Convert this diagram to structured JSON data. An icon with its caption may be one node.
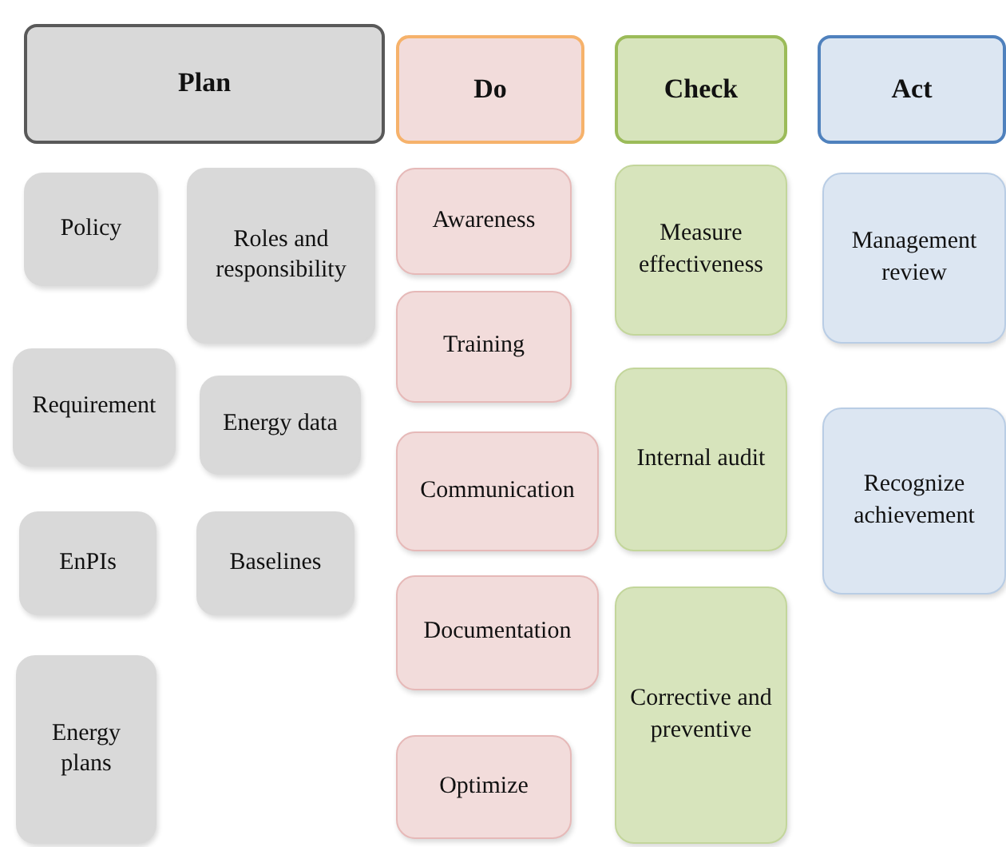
{
  "diagram": {
    "nodes": [
      {
        "text": [
          "Plan"
        ]
      },
      {
        "text": [
          "Do"
        ]
      },
      {
        "text": [
          "Check"
        ]
      },
      {
        "text": [
          "Act"
        ]
      },
      {
        "text": [
          "Policy"
        ]
      },
      {
        "text": [
          "Roles and responsibility"
        ]
      },
      {
        "text": [
          "Requirement"
        ]
      },
      {
        "text": [
          "Energy data"
        ]
      },
      {
        "text": [
          "EnPIs"
        ]
      },
      {
        "text": [
          "Baselines"
        ]
      },
      {
        "text": [
          "Energy plans"
        ]
      },
      {
        "text": [
          "Awareness"
        ]
      },
      {
        "text": [
          "Training"
        ]
      },
      {
        "text": [
          "Communication"
        ]
      },
      {
        "text": [
          "Documentation"
        ]
      },
      {
        "text": [
          "Optimize"
        ]
      },
      {
        "text": [
          "Measure effectiveness"
        ]
      },
      {
        "text": [
          "Internal audit"
        ]
      },
      {
        "text": [
          "Corrective and preventive"
        ]
      },
      {
        "text": [
          "Management review"
        ]
      },
      {
        "text": [
          "Recognize achievement"
        ]
      }
    ]
  }
}
